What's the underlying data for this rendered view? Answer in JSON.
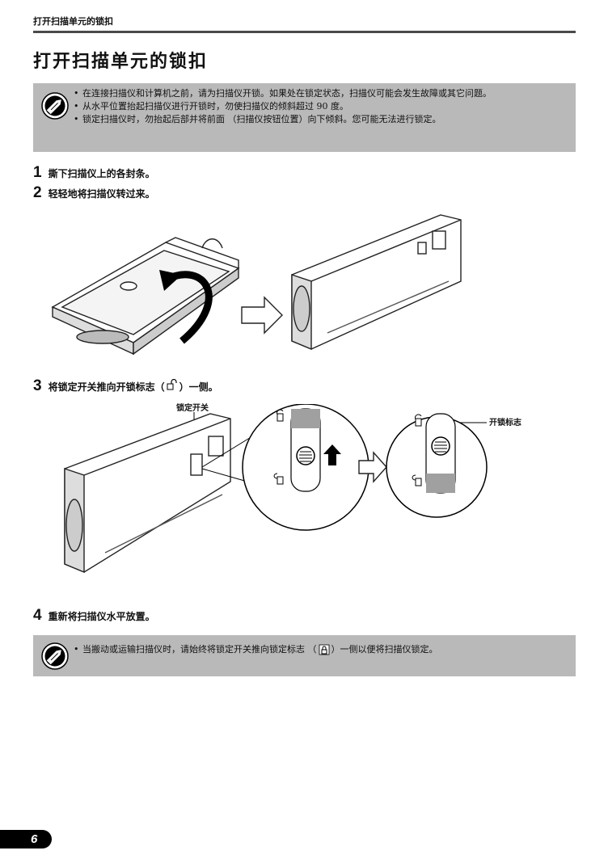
{
  "header": {
    "section_title": "打开扫描单元的锁扣"
  },
  "page_title": "打开扫描单元的锁扣",
  "note_top": {
    "items": [
      "在连接扫描仪和计算机之前，请为扫描仪开锁。如果处在锁定状态，扫描仪可能会发生故障或其它问题。",
      "从水平位置抬起扫描仪进行开锁时，勿使扫描仪的倾斜超过 90 度。",
      "锁定扫描仪时，勿抬起后部并将前面 （扫描仪按钮位置）向下倾斜。您可能无法进行锁定。"
    ]
  },
  "steps": [
    {
      "number": "1",
      "text": "撕下扫描仪上的各封条。"
    },
    {
      "number": "2",
      "text": "轻轻地将扫描仪转过来。"
    },
    {
      "number": "3",
      "text_before": "将锁定开关推向开锁标志（",
      "text_after": "）一侧。"
    },
    {
      "number": "4",
      "text": "重新将扫描仪水平放置。"
    }
  ],
  "figure3_labels": {
    "lock_switch": "锁定开关",
    "unlock_mark": "开锁标志"
  },
  "note_bottom": {
    "text_before": "当搬动或运输扫描仪时，请始终将锁定开关推向锁定标志 （",
    "text_after": "）一侧以便将扫描仪锁定。"
  },
  "page_number": "6",
  "icons": {
    "note": "pencil-note-icon",
    "unlock": "unlock-mark-icon",
    "lock": "lock-mark-icon",
    "arrow": "outline-right-arrow-icon",
    "push_up": "up-arrow-icon"
  },
  "colors": {
    "note_bg": "#b9b9b9",
    "rule": "#4a4a4a",
    "page_tab": "#000000"
  }
}
